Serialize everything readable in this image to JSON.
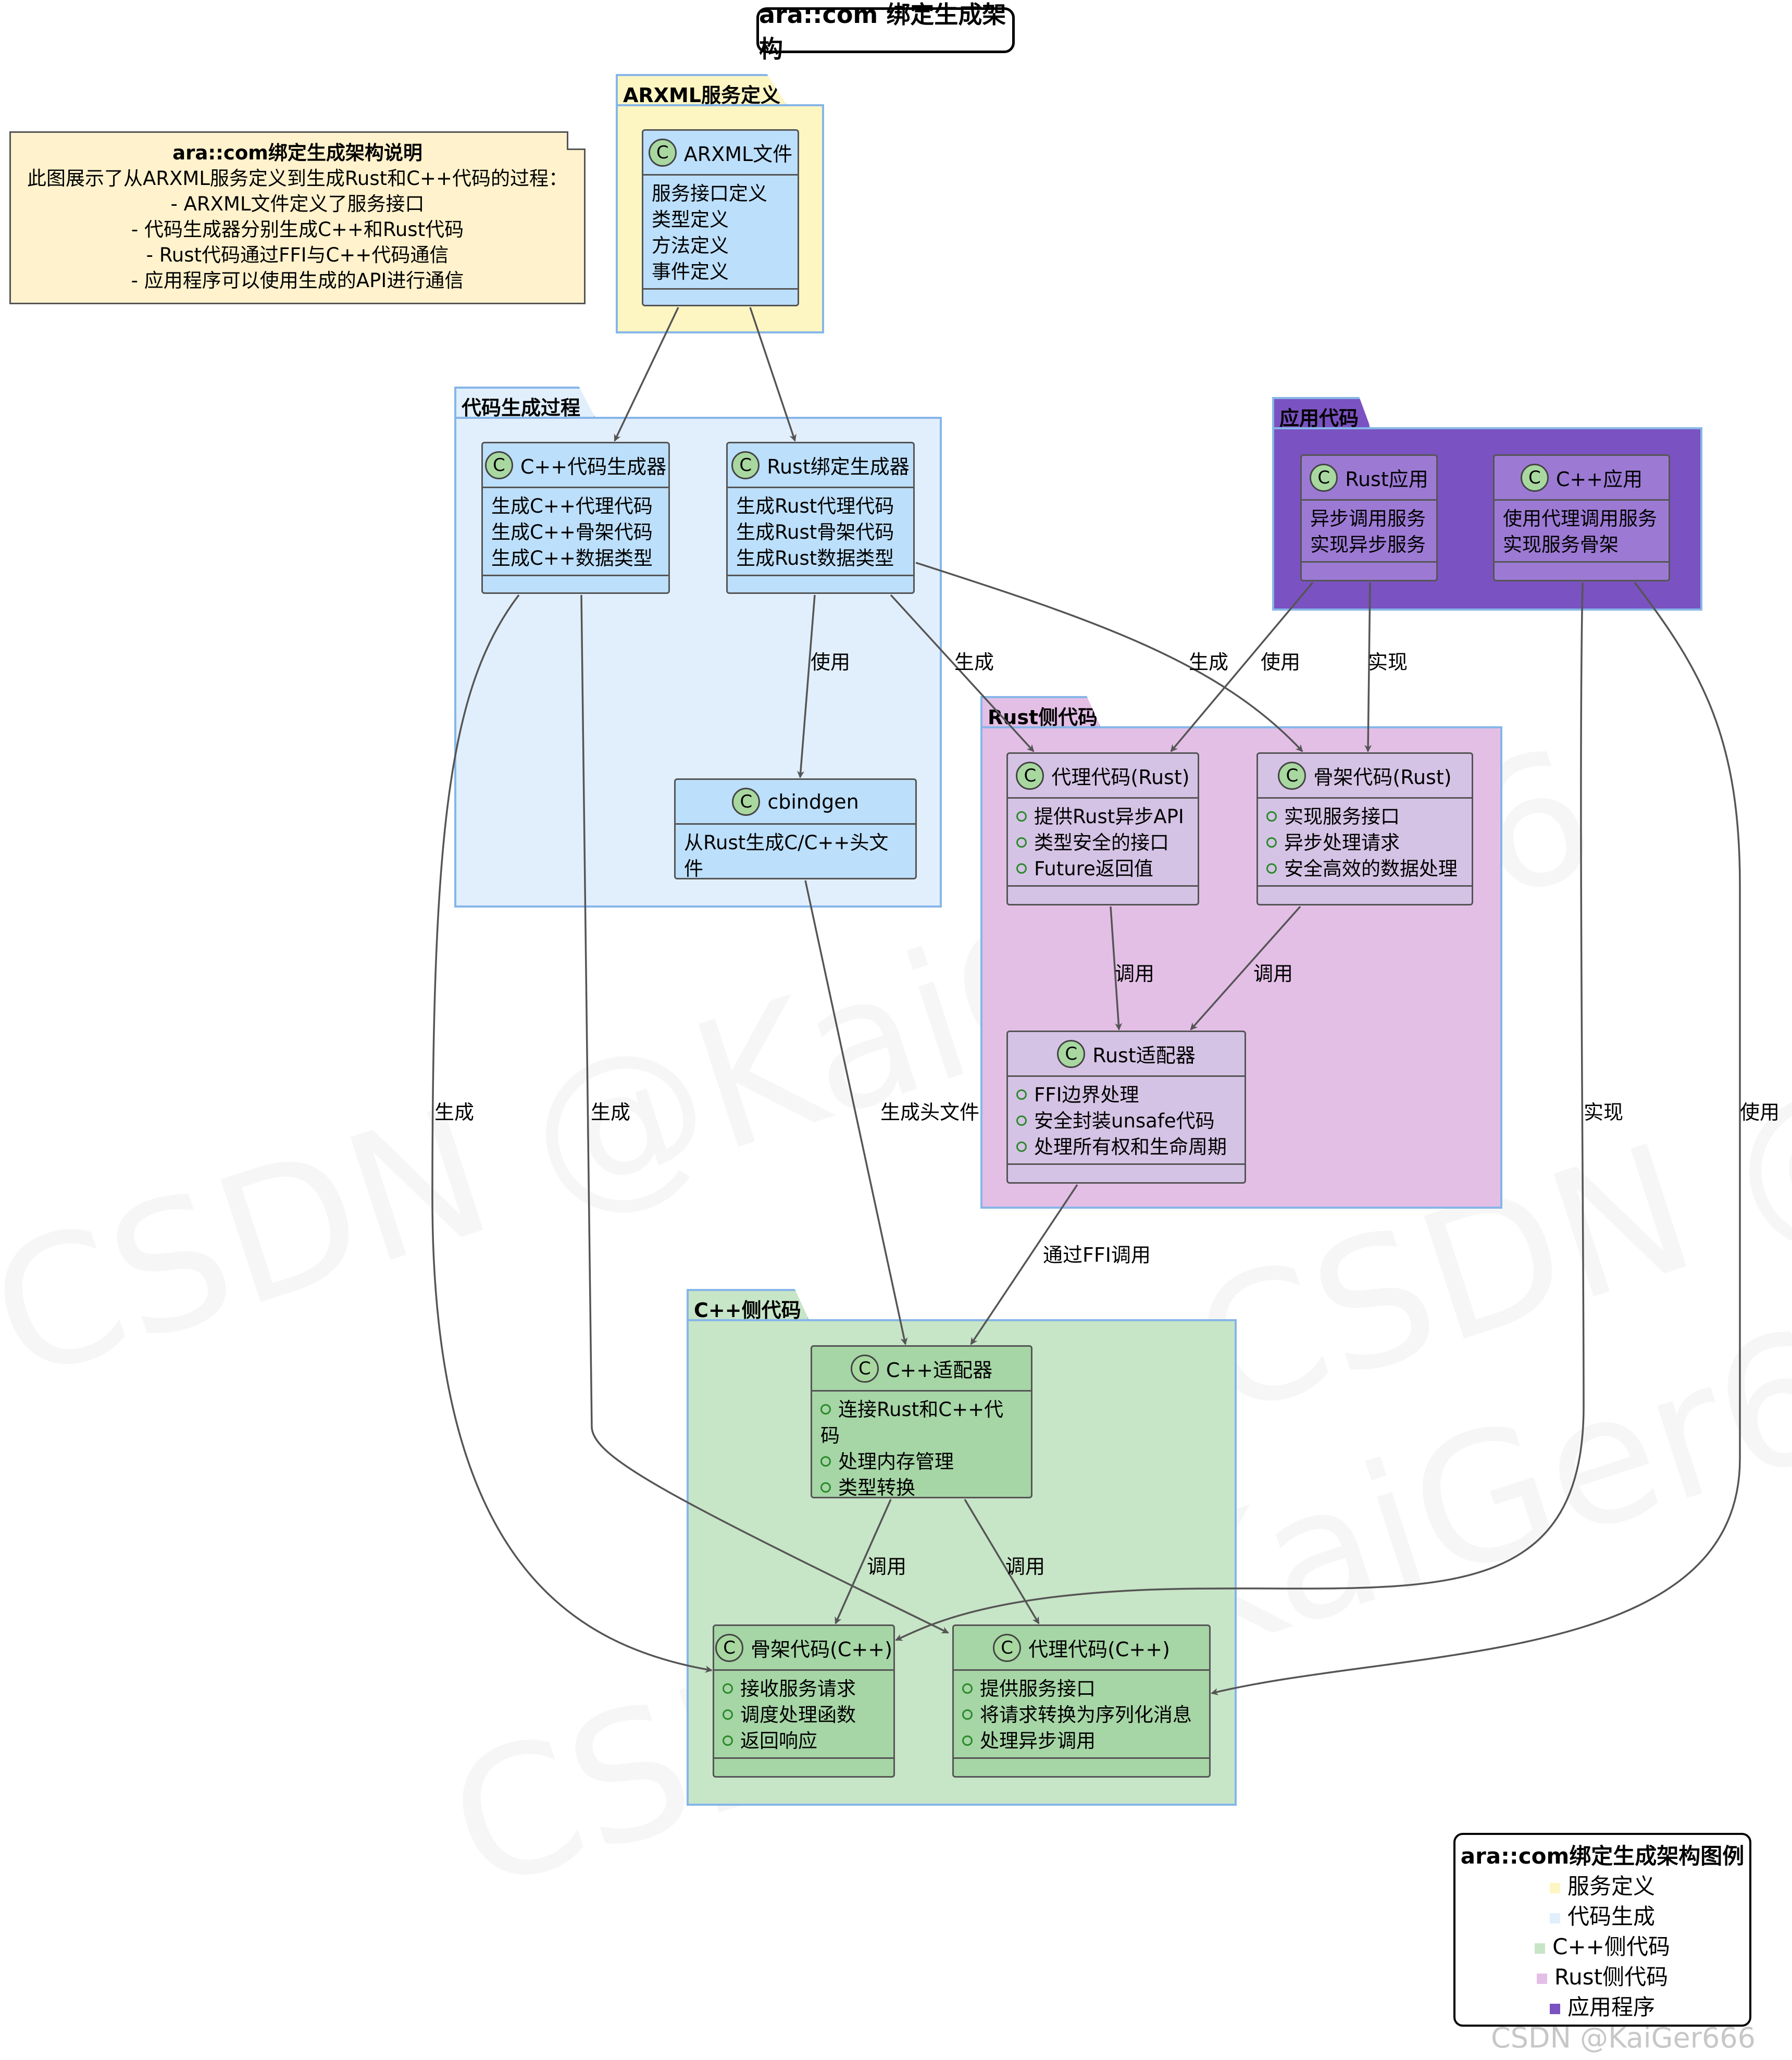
{
  "title": "ara::com 绑定生成架构",
  "note": {
    "title": "ara::com绑定生成架构说明",
    "lines": [
      "此图展示了从ARXML服务定义到生成Rust和C++代码的过程：",
      "- ARXML文件定义了服务接口",
      "- 代码生成器分别生成C++和Rust代码",
      "- Rust代码通过FFI与C++代码通信",
      "- 应用程序可以使用生成的API进行通信"
    ]
  },
  "packages": {
    "arxml": {
      "label": "ARXML服务定义",
      "color": "#fdf6c3"
    },
    "codegen": {
      "label": "代码生成过程",
      "color": "#e1effc"
    },
    "rust": {
      "label": "Rust侧代码",
      "color": "#e3bfe6"
    },
    "cpp": {
      "label": "C++侧代码",
      "color": "#c7e5c7"
    },
    "app": {
      "label": "应用代码",
      "color": "#7b52c1"
    }
  },
  "classes": {
    "arxml_file": {
      "badge": "C",
      "name": "ARXML文件",
      "items": [
        "服务接口定义",
        "类型定义",
        "方法定义",
        "事件定义"
      ]
    },
    "cpp_gen": {
      "badge": "C",
      "name": "C++代码生成器",
      "items": [
        "生成C++代理代码",
        "生成C++骨架代码",
        "生成C++数据类型"
      ]
    },
    "rust_gen": {
      "badge": "C",
      "name": "Rust绑定生成器",
      "items": [
        "生成Rust代理代码",
        "生成Rust骨架代码",
        "生成Rust数据类型"
      ]
    },
    "cbindgen": {
      "badge": "C",
      "name": "cbindgen",
      "items": [
        "从Rust生成C/C++头文件"
      ]
    },
    "rust_proxy": {
      "badge": "C",
      "name": "代理代码(Rust)",
      "items": [
        "提供Rust异步API",
        "类型安全的接口",
        "Future返回值"
      ]
    },
    "rust_skel": {
      "badge": "C",
      "name": "骨架代码(Rust)",
      "items": [
        "实现服务接口",
        "异步处理请求",
        "安全高效的数据处理"
      ]
    },
    "rust_adapter": {
      "badge": "C",
      "name": "Rust适配器",
      "items": [
        "FFI边界处理",
        "安全封装unsafe代码",
        "处理所有权和生命周期"
      ]
    },
    "cpp_adapter": {
      "badge": "C",
      "name": "C++适配器",
      "items": [
        "连接Rust和C++代码",
        "处理内存管理",
        "类型转换"
      ]
    },
    "cpp_skel": {
      "badge": "C",
      "name": "骨架代码(C++)",
      "items": [
        "接收服务请求",
        "调度处理函数",
        "返回响应"
      ]
    },
    "cpp_proxy": {
      "badge": "C",
      "name": "代理代码(C++)",
      "items": [
        "提供服务接口",
        "将请求转换为序列化消息",
        "处理异步调用"
      ]
    },
    "rust_app": {
      "badge": "C",
      "name": "Rust应用",
      "items": [
        "异步调用服务",
        "实现异步服务"
      ]
    },
    "cpp_app": {
      "badge": "C",
      "name": "C++应用",
      "items": [
        "使用代理调用服务",
        "实现服务骨架"
      ]
    }
  },
  "edges": [
    {
      "id": "arxml-cppgen",
      "label": ""
    },
    {
      "id": "arxml-rustgen",
      "label": ""
    },
    {
      "id": "rustgen-cbindgen",
      "label": "使用"
    },
    {
      "id": "rustgen-rustproxy",
      "label": "生成"
    },
    {
      "id": "rustgen-rustskel",
      "label": "生成"
    },
    {
      "id": "rustapp-rustproxy",
      "label": "使用"
    },
    {
      "id": "rustapp-rustskel",
      "label": "实现"
    },
    {
      "id": "cppgen-cppskel",
      "label": "生成"
    },
    {
      "id": "cppgen-cppproxy",
      "label": "生成"
    },
    {
      "id": "cbindgen-cppadapter",
      "label": "生成头文件"
    },
    {
      "id": "rustproxy-adapter",
      "label": "调用"
    },
    {
      "id": "rustskel-adapter",
      "label": "调用"
    },
    {
      "id": "adapter-cppadapter",
      "label": "通过FFI调用"
    },
    {
      "id": "cppadapter-cppskel",
      "label": "调用"
    },
    {
      "id": "cppadapter-cppproxy",
      "label": "调用"
    },
    {
      "id": "cppapp-cppskel",
      "label": "实现"
    },
    {
      "id": "cppapp-cppproxy",
      "label": "使用"
    }
  ],
  "legend": {
    "title": "ara::com绑定生成架构图例",
    "items": [
      {
        "label": "服务定义",
        "color": "#fdf6c3"
      },
      {
        "label": "代码生成",
        "color": "#e1effc"
      },
      {
        "label": "C++侧代码",
        "color": "#c7e5c7"
      },
      {
        "label": "Rust侧代码",
        "color": "#e3bfe6"
      },
      {
        "label": "应用程序",
        "color": "#7b52c1"
      }
    ]
  },
  "watermark": "CSDN @KaiGer666"
}
